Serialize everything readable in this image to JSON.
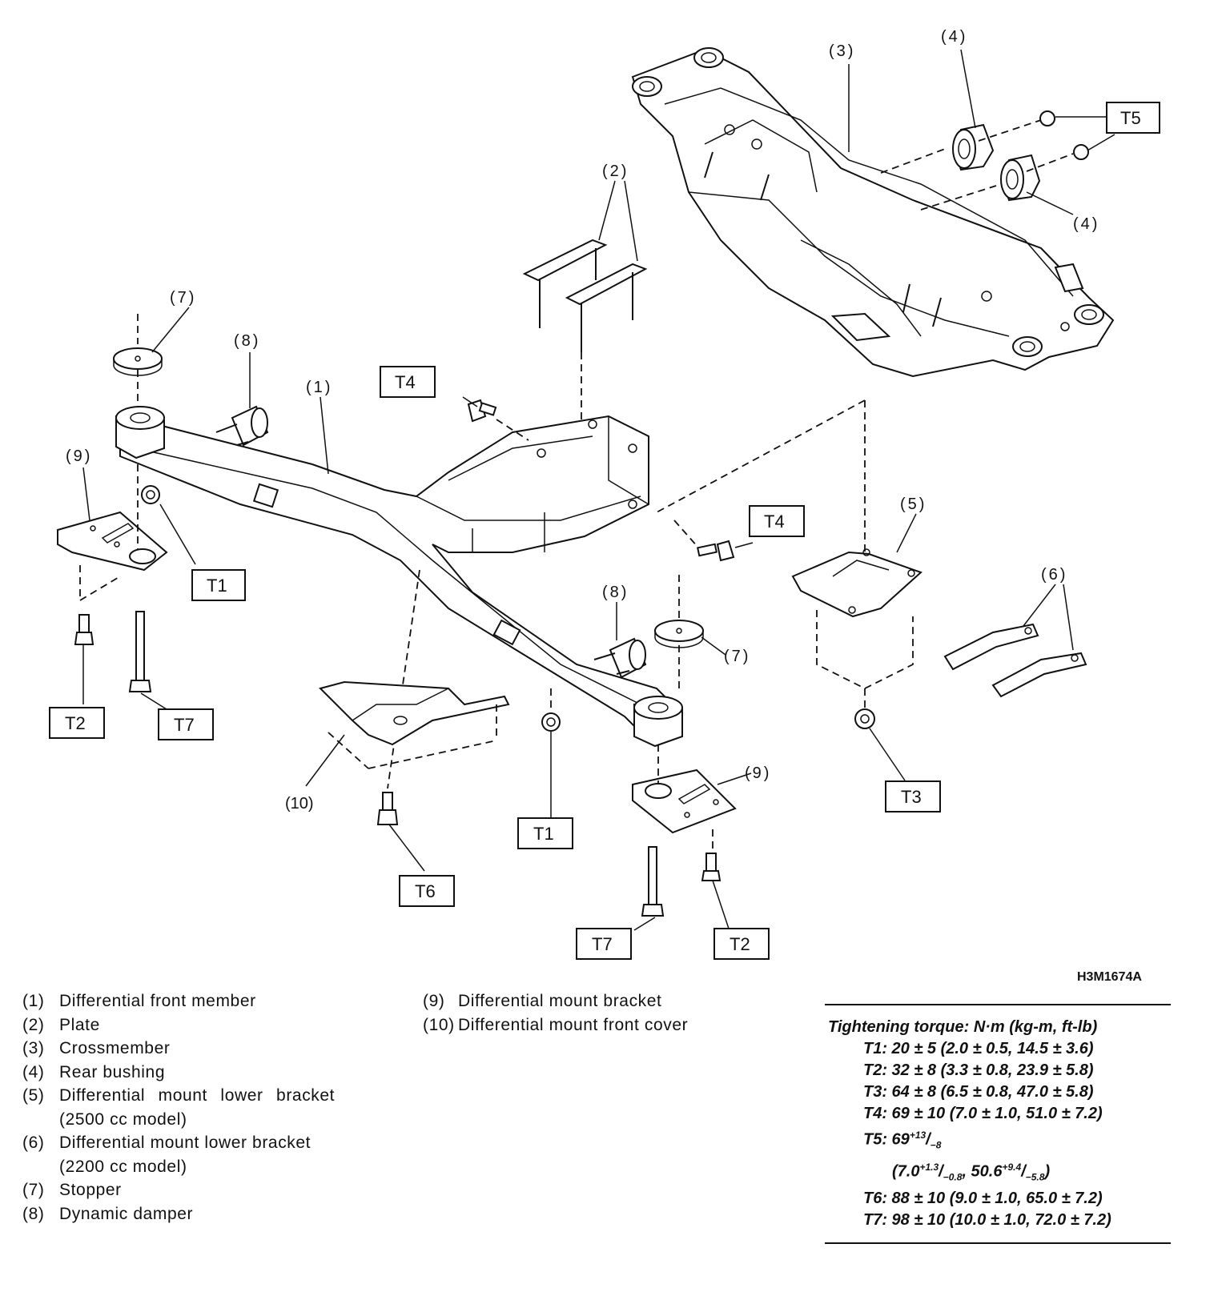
{
  "diagram": {
    "code": "H3M1674A",
    "callouts": {
      "c1": "(1)",
      "c2": "(2)",
      "c3": "(3)",
      "c4a": "(4)",
      "c4b": "(4)",
      "c5": "(5)",
      "c6": "(6)",
      "c7a": "(7)",
      "c7b": "(7)",
      "c8a": "(8)",
      "c8b": "(8)",
      "c9a": "(9)",
      "c9b": "(9)",
      "c10": "(10)"
    },
    "torque_tags": {
      "t5": "T5",
      "t4a": "T4",
      "t4b": "T4",
      "t1a": "T1",
      "t1b": "T1",
      "t2a": "T2",
      "t2b": "T2",
      "t7a": "T7",
      "t7b": "T7",
      "t3": "T3",
      "t6": "T6"
    }
  },
  "legend": [
    {
      "num": "(1)",
      "text": "Differential front member"
    },
    {
      "num": "(2)",
      "text": "Plate"
    },
    {
      "num": "(3)",
      "text": "Crossmember"
    },
    {
      "num": "(4)",
      "text": "Rear bushing"
    },
    {
      "num": "(5)",
      "text": "Differential mount lower bracket"
    },
    {
      "num": "",
      "text": "(2500 cc model)"
    },
    {
      "num": "(6)",
      "text": "Differential mount lower bracket"
    },
    {
      "num": "",
      "text": "(2200 cc model)"
    },
    {
      "num": "(7)",
      "text": "Stopper"
    },
    {
      "num": "(8)",
      "text": "Dynamic damper"
    },
    {
      "num": "(9)",
      "text": "Differential mount bracket"
    },
    {
      "num": "(10)",
      "text": "Differential mount front cover"
    }
  ],
  "torque": {
    "title": "Tightening torque: N·m (kg-m, ft-lb)",
    "t1": "T1: 20 ± 5 (2.0 ± 0.5, 14.5 ± 3.6)",
    "t2": "T2: 32 ± 8 (3.3 ± 0.8, 23.9 ± 5.8)",
    "t3": "T3: 64 ± 8 (6.5 ± 0.8, 47.0 ± 5.8)",
    "t4": "T4: 69 ± 10 (7.0 ± 1.0, 51.0 ± 7.2)",
    "t5_prefix": "T5: 69",
    "t5_sup": "+13",
    "t5_sub": "−8",
    "t5_line2_a": "(7.0",
    "t5_line2_a_sup": "+1.3",
    "t5_line2_a_sub": "−0.8",
    "t5_line2_b": ", 50.6",
    "t5_line2_b_sup": "+9.4",
    "t5_line2_b_sub": "−5.8",
    "t5_line2_end": ")",
    "t6": "T6: 88 ± 10 (9.0 ± 1.0, 65.0 ± 7.2)",
    "t7": "T7: 98 ± 10 (10.0 ± 1.0, 72.0 ± 7.2)"
  }
}
